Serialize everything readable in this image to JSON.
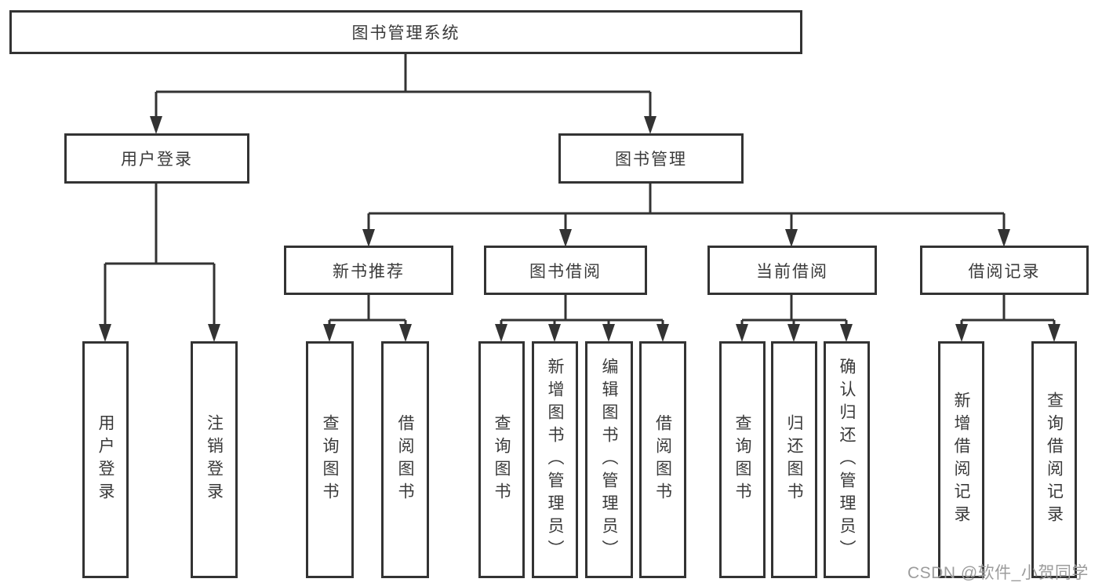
{
  "diagram": {
    "title": "图书管理系统",
    "type": "function-structure-tree"
  },
  "colors": {
    "line": "#333333",
    "box_border": "#333333",
    "box_background": "#ffffff",
    "text": "#3a3a3a",
    "watermark": "#9c9c9c"
  },
  "nodes": {
    "root": {
      "label": "图书管理系统"
    },
    "user_login": {
      "label": "用户登录"
    },
    "book_mgmt": {
      "label": "图书管理"
    },
    "new_book_rec": {
      "label": "新书推荐"
    },
    "book_borrow": {
      "label": "图书借阅"
    },
    "current_borrow": {
      "label": "当前借阅"
    },
    "borrow_records": {
      "label": "借阅记录"
    },
    "leaf_user_login": {
      "label": "用户登录"
    },
    "leaf_logout": {
      "label": "注销登录"
    },
    "leaf_query_book_1": {
      "label": "查询图书"
    },
    "leaf_borrow_book_1": {
      "label": "借阅图书"
    },
    "leaf_query_book_2": {
      "label": "查询图书"
    },
    "leaf_add_book": {
      "label": "新增图书（管理员）"
    },
    "leaf_edit_book": {
      "label": "编辑图书（管理员）"
    },
    "leaf_borrow_book_2": {
      "label": "借阅图书"
    },
    "leaf_query_book_3": {
      "label": "查询图书"
    },
    "leaf_return_book": {
      "label": "归还图书"
    },
    "leaf_confirm_return": {
      "label": "确认归还（管理员）"
    },
    "leaf_add_record": {
      "label": "新增借阅记录"
    },
    "leaf_query_record": {
      "label": "查询借阅记录"
    }
  },
  "edges": [
    "root->user_login",
    "root->book_mgmt",
    "user_login->leaf_user_login",
    "user_login->leaf_logout",
    "book_mgmt->new_book_rec",
    "book_mgmt->book_borrow",
    "book_mgmt->current_borrow",
    "book_mgmt->borrow_records",
    "new_book_rec->leaf_query_book_1",
    "new_book_rec->leaf_borrow_book_1",
    "book_borrow->leaf_query_book_2",
    "book_borrow->leaf_add_book",
    "book_borrow->leaf_edit_book",
    "book_borrow->leaf_borrow_book_2",
    "current_borrow->leaf_query_book_3",
    "current_borrow->leaf_return_book",
    "current_borrow->leaf_confirm_return",
    "borrow_records->leaf_add_record",
    "borrow_records->leaf_query_record"
  ],
  "watermark": {
    "text": "CSDN @软件_小贺同学"
  }
}
